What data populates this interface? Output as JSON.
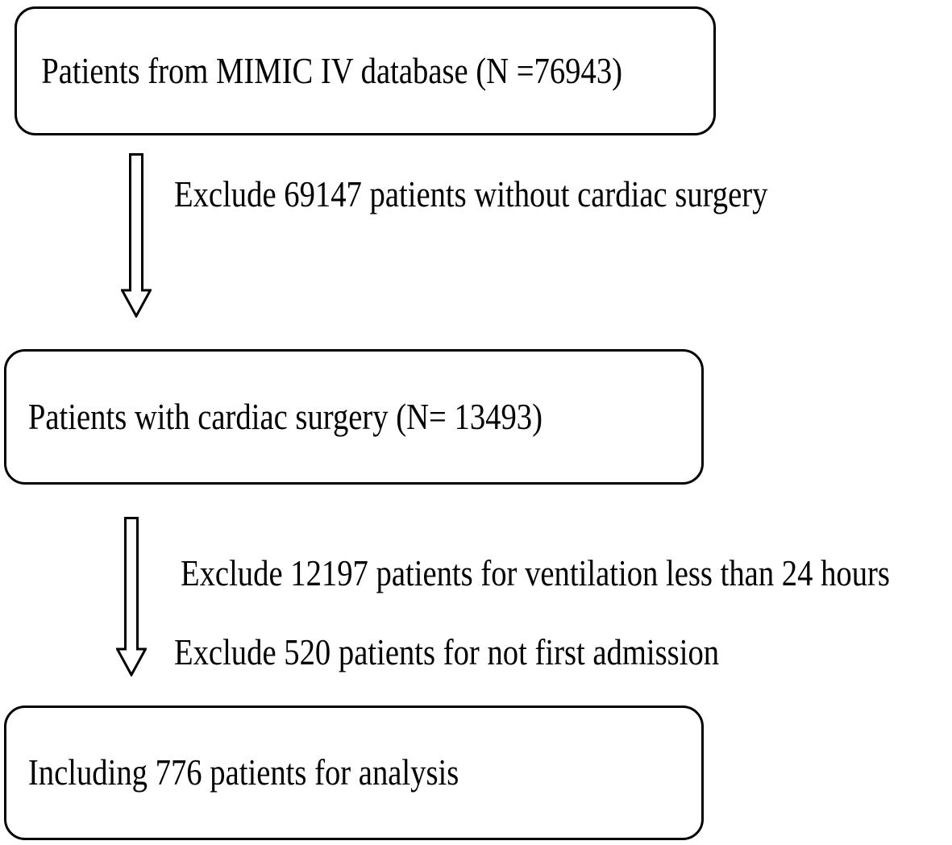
{
  "colors": {
    "border": "#000000",
    "text": "#000000",
    "background": "#ffffff"
  },
  "flowchart": {
    "boxes": [
      {
        "label": "Patients from MIMIC IV database (N =76943)"
      },
      {
        "label": "Patients with cardiac surgery (N= 13493)"
      },
      {
        "label": "Including 776 patients for analysis"
      }
    ],
    "arrows": [
      {
        "icon": "down-arrow-icon"
      },
      {
        "icon": "down-arrow-icon"
      }
    ],
    "annotations": [
      {
        "lines": [
          "Exclude 69147 patients without cardiac surgery"
        ]
      },
      {
        "lines": [
          "Exclude 12197 patients for ventilation less than 24 hours",
          "Exclude 520 patients for not first admission"
        ]
      }
    ]
  }
}
